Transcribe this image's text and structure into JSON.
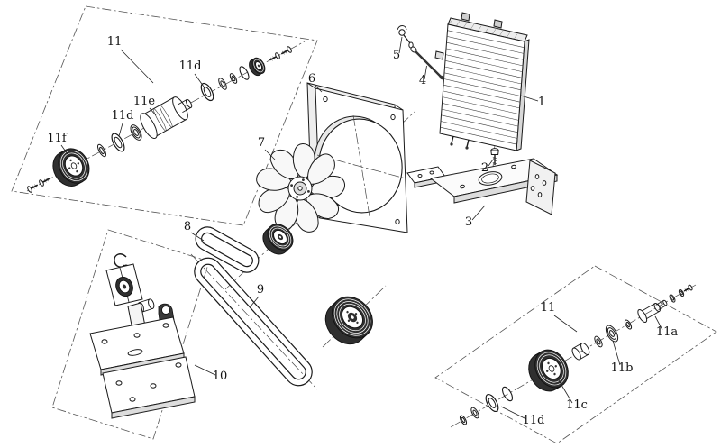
{
  "figure": {
    "kind": "exploded-parts-diagram",
    "background": "#ffffff",
    "line_color": "#1a1a1a",
    "dark_fill": "#2f2f2f"
  },
  "labels": [
    {
      "text": "11"
    },
    {
      "text": "11d"
    },
    {
      "text": "11e"
    },
    {
      "text": "11d"
    },
    {
      "text": "11f"
    },
    {
      "text": "6"
    },
    {
      "text": "7"
    },
    {
      "text": "5"
    },
    {
      "text": "4"
    },
    {
      "text": "1"
    },
    {
      "text": "2"
    },
    {
      "text": "3"
    },
    {
      "text": "8"
    },
    {
      "text": "9"
    },
    {
      "text": "10"
    },
    {
      "text": "11"
    },
    {
      "text": "11a"
    },
    {
      "text": "11b"
    },
    {
      "text": "11c"
    },
    {
      "text": "11d"
    }
  ]
}
